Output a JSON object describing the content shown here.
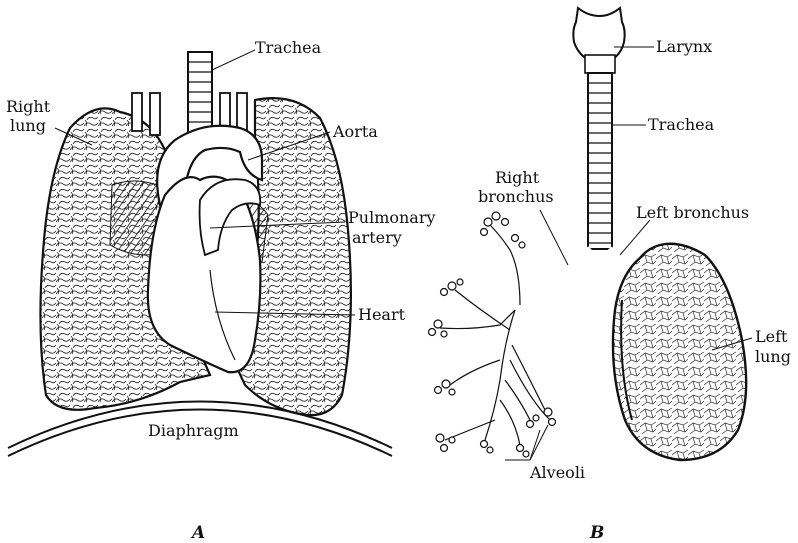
{
  "panel_a": {
    "letter": "A",
    "labels": {
      "trachea": "Trachea",
      "right_lung_1": "Right",
      "right_lung_2": "lung",
      "aorta": "Aorta",
      "pulmonary_1": "Pulmonary",
      "pulmonary_2": "artery",
      "heart": "Heart",
      "diaphragm": "Diaphragm"
    }
  },
  "panel_b": {
    "letter": "B",
    "labels": {
      "larynx": "Larynx",
      "trachea": "Trachea",
      "right_bronchus_1": "Right",
      "right_bronchus_2": "bronchus",
      "left_bronchus": "Left bronchus",
      "left_lung_1": "Left",
      "left_lung_2": "lung",
      "alveoli": "Alveoli"
    }
  },
  "colors": {
    "ink": "#111111",
    "paper": "#ffffff"
  }
}
